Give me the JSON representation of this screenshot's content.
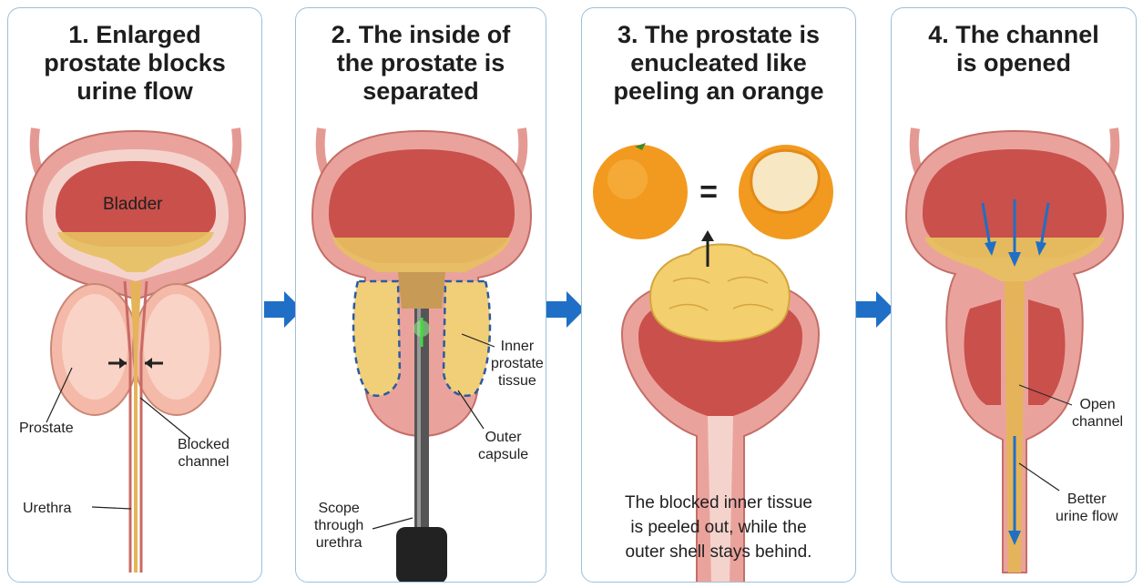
{
  "panels": [
    {
      "title": "1. Enlarged\nprostate blocks\nurine flow",
      "labels": {
        "bladder": "Bladder",
        "prostate": "Prostate",
        "blocked": "Blocked\nchannel",
        "urethra": "Urethra"
      }
    },
    {
      "title": "2. The inside of\nthe prostate is\nseparated",
      "labels": {
        "inner": "Inner\nprostate\ntissue",
        "outer": "Outer\ncapsule",
        "scope": "Scope\nthrough\nurethra"
      }
    },
    {
      "title": "3. The prostate is\nenucleated like\npeeling an orange",
      "equals": "=",
      "caption": "The blocked inner tissue\nis peeled out, while the\nouter shell stays behind."
    },
    {
      "title": "4. The channel\nis opened",
      "labels": {
        "open": "Open\nchannel",
        "better": "Better\nurine flow"
      }
    }
  ],
  "colors": {
    "flow_arrow": "#1f6fc6",
    "panel_border": "#9dbfd9",
    "bladder_wall": "#e8a29c",
    "prostate": "#f4b9a8",
    "urine": "#e7c060",
    "orange": "#f29a1f"
  },
  "icons": [
    "step-arrow-icon",
    "orange-icon",
    "peeled-orange-icon",
    "laser-scope-icon"
  ]
}
